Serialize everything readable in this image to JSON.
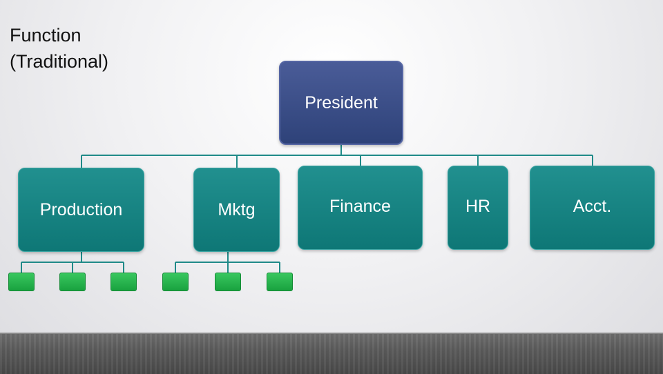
{
  "title": {
    "line1": "Function",
    "line2": "(Traditional)"
  },
  "org_chart": {
    "root": "President",
    "departments": [
      "Production",
      "Mktg",
      "Finance",
      "HR",
      "Acct."
    ]
  },
  "colors": {
    "president_box": "#2e4279",
    "department_box": "#0e7776",
    "sub_unit_box": "#19a23f",
    "connector": "#1f8a88"
  }
}
